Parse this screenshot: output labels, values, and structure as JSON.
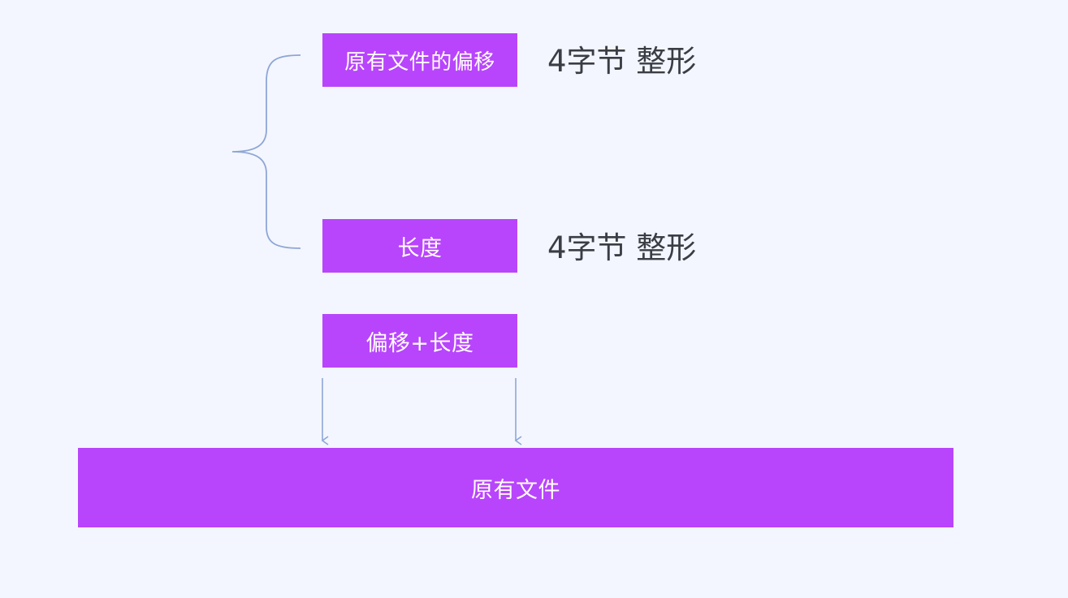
{
  "fields": {
    "offset_label": "原有文件的偏移",
    "offset_note": "4字节 整形",
    "length_label": "长度",
    "length_note": "4字节 整形"
  },
  "computed": {
    "label": "偏移+长度"
  },
  "target": {
    "label": "原有文件"
  },
  "colors": {
    "box_fill": "#b845fb",
    "connector": "#8ea6d6",
    "background": "#f3f6fe"
  }
}
